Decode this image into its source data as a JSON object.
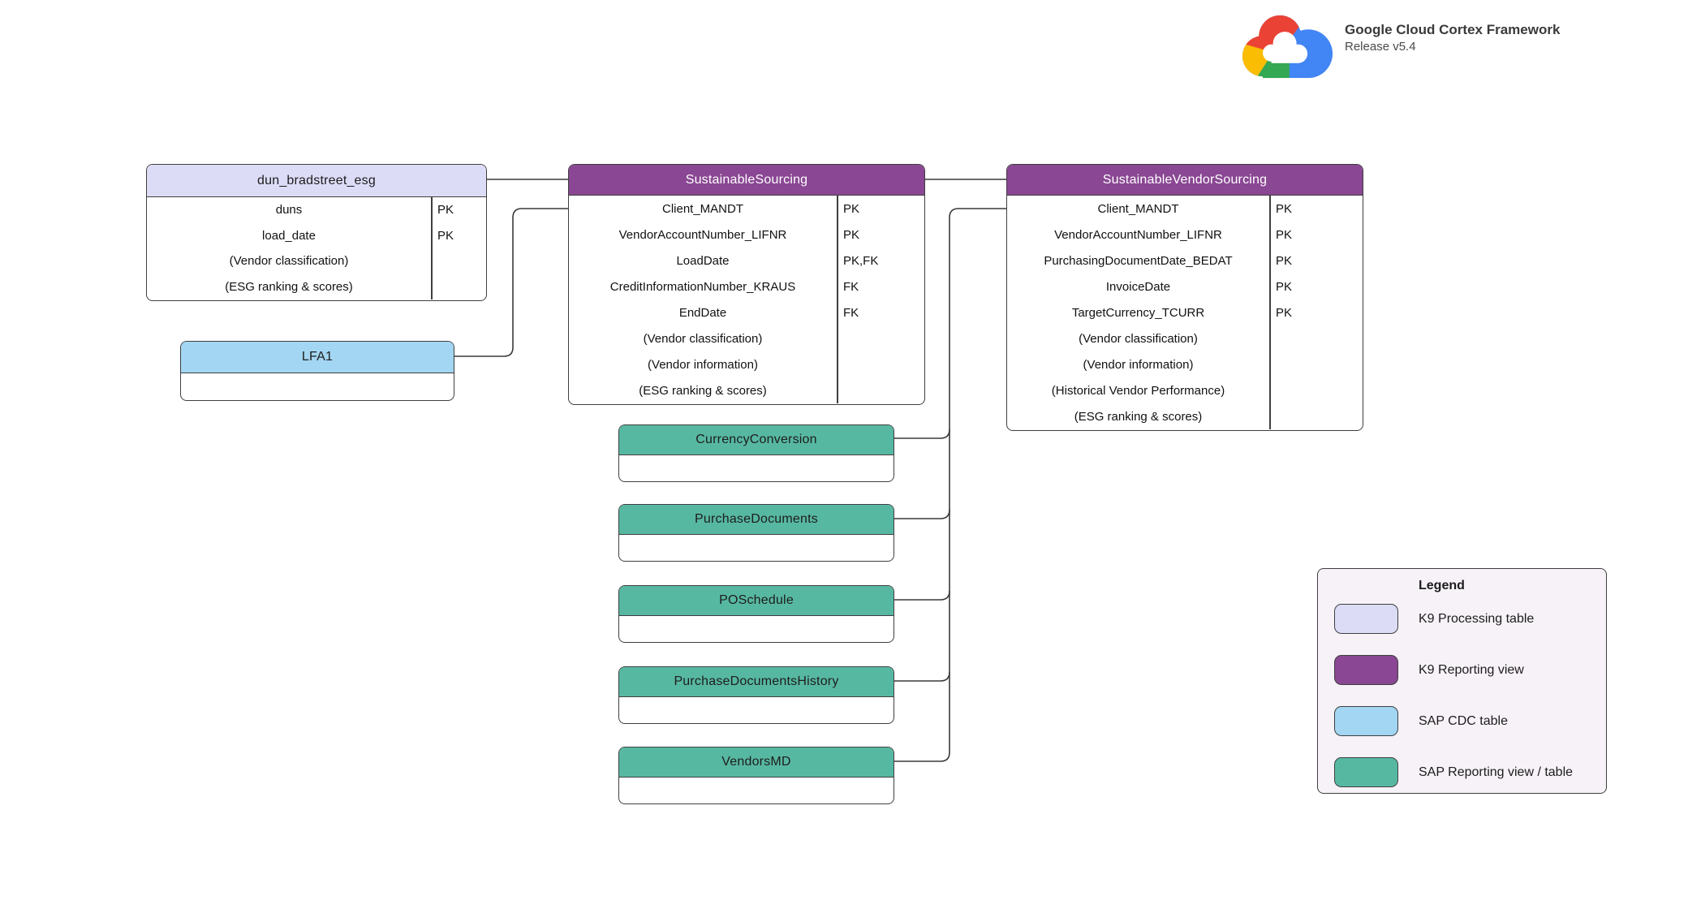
{
  "branding": {
    "title": "Google Cloud Cortex Framework",
    "release": "Release v5.4",
    "logo_colors": {
      "red": "#EA4335",
      "yellow": "#FBBC04",
      "green": "#34A853",
      "blue": "#4285F4"
    }
  },
  "colors": {
    "k9_processing": "#dcdcf7",
    "k9_reporting": "#8a4793",
    "sap_cdc": "#a3d6f2",
    "sap_reporting": "#57b8a2",
    "header_text_light": "#ffffff",
    "header_text_dark": "#1d1d1d",
    "border": "#3f3f3f",
    "line": "#3a3a3a",
    "legend_bg": "#f7f2f8"
  },
  "tables": [
    {
      "id": "dun_bradstreet_esg",
      "name": "dun_bradstreet_esg",
      "type": "k9_processing",
      "has_key_column": true,
      "empty_row": false,
      "fields": [
        {
          "name": "duns",
          "key": "PK"
        },
        {
          "name": "load_date",
          "key": "PK"
        },
        {
          "name": "(Vendor classification)",
          "key": ""
        },
        {
          "name": "(ESG ranking & scores)",
          "key": ""
        }
      ]
    },
    {
      "id": "lfa1",
      "name": "LFA1",
      "type": "sap_cdc",
      "has_key_column": false,
      "empty_row": true,
      "fields": []
    },
    {
      "id": "sustainable_sourcing",
      "name": "SustainableSourcing",
      "type": "k9_reporting",
      "has_key_column": true,
      "empty_row": false,
      "fields": [
        {
          "name": "Client_MANDT",
          "key": "PK"
        },
        {
          "name": "VendorAccountNumber_LIFNR",
          "key": "PK"
        },
        {
          "name": "LoadDate",
          "key": "PK,FK"
        },
        {
          "name": "CreditInformationNumber_KRAUS",
          "key": "FK"
        },
        {
          "name": "EndDate",
          "key": "FK"
        },
        {
          "name": "(Vendor classification)",
          "key": ""
        },
        {
          "name": "(Vendor information)",
          "key": ""
        },
        {
          "name": "(ESG ranking & scores)",
          "key": ""
        }
      ]
    },
    {
      "id": "sustainable_vendor_sourcing",
      "name": "SustainableVendorSourcing",
      "type": "k9_reporting",
      "has_key_column": true,
      "empty_row": false,
      "fields": [
        {
          "name": "Client_MANDT",
          "key": "PK"
        },
        {
          "name": "VendorAccountNumber_LIFNR",
          "key": "PK"
        },
        {
          "name": "PurchasingDocumentDate_BEDAT",
          "key": "PK"
        },
        {
          "name": "InvoiceDate",
          "key": "PK"
        },
        {
          "name": "TargetCurrency_TCURR",
          "key": "PK"
        },
        {
          "name": "(Vendor classification)",
          "key": ""
        },
        {
          "name": "(Vendor information)",
          "key": ""
        },
        {
          "name": "(Historical Vendor Performance)",
          "key": ""
        },
        {
          "name": "(ESG ranking & scores)",
          "key": ""
        }
      ]
    },
    {
      "id": "currency_conversion",
      "name": "CurrencyConversion",
      "type": "sap_reporting",
      "has_key_column": false,
      "empty_row": true,
      "fields": []
    },
    {
      "id": "purchase_documents",
      "name": "PurchaseDocuments",
      "type": "sap_reporting",
      "has_key_column": false,
      "empty_row": true,
      "fields": []
    },
    {
      "id": "po_schedule",
      "name": "POSchedule",
      "type": "sap_reporting",
      "has_key_column": false,
      "empty_row": true,
      "fields": []
    },
    {
      "id": "purchase_documents_history",
      "name": "PurchaseDocumentsHistory",
      "type": "sap_reporting",
      "has_key_column": false,
      "empty_row": true,
      "fields": []
    },
    {
      "id": "vendors_md",
      "name": "VendorsMD",
      "type": "sap_reporting",
      "has_key_column": false,
      "empty_row": true,
      "fields": []
    }
  ],
  "legend": {
    "title": "Legend",
    "items": [
      {
        "label": "K9 Processing table",
        "type": "k9_processing"
      },
      {
        "label": "K9 Reporting view",
        "type": "k9_reporting"
      },
      {
        "label": "SAP CDC table",
        "type": "sap_cdc"
      },
      {
        "label": "SAP Reporting view / table",
        "type": "sap_reporting"
      }
    ]
  }
}
